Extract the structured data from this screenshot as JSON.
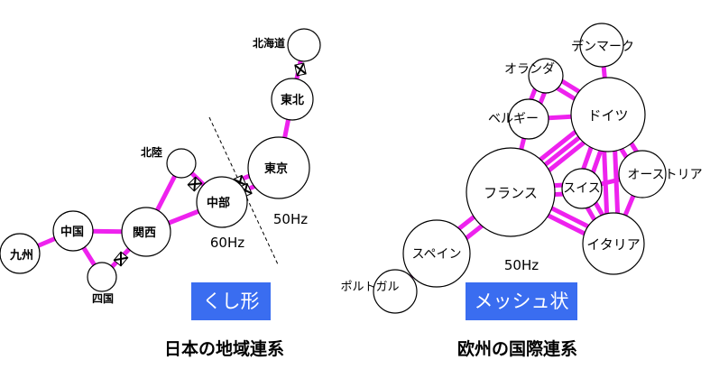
{
  "colors": {
    "link": "#ee22ee",
    "node_fill": "#ffffff",
    "node_stroke": "#000000",
    "tag_bg": "#3a6df0",
    "tag_text": "#ffffff",
    "converter_fill": "#111111"
  },
  "japan": {
    "nodes": {
      "hokkaido": "北海道",
      "tohoku": "東北",
      "tokyo": "東京",
      "hokuriku": "北陸",
      "chubu": "中部",
      "kansai": "関西",
      "chugoku": "中国",
      "kyushu": "九州",
      "shikoku": "四国"
    },
    "freq_east": "50Hz",
    "freq_west": "60Hz",
    "tag": "くし形",
    "caption": "日本の地域連系"
  },
  "europe": {
    "nodes": {
      "denmark": "デンマーク",
      "netherlands": "オランダ",
      "belgium": "ベルギー",
      "germany": "ドイツ",
      "france": "フランス",
      "switzerland": "スイス",
      "austria": "オーストリア",
      "italy": "イタリア",
      "spain": "スペイン",
      "portugal": "ポルトガル"
    },
    "freq": "50Hz",
    "tag": "メッシュ状",
    "caption": "欧州の国際連系"
  }
}
